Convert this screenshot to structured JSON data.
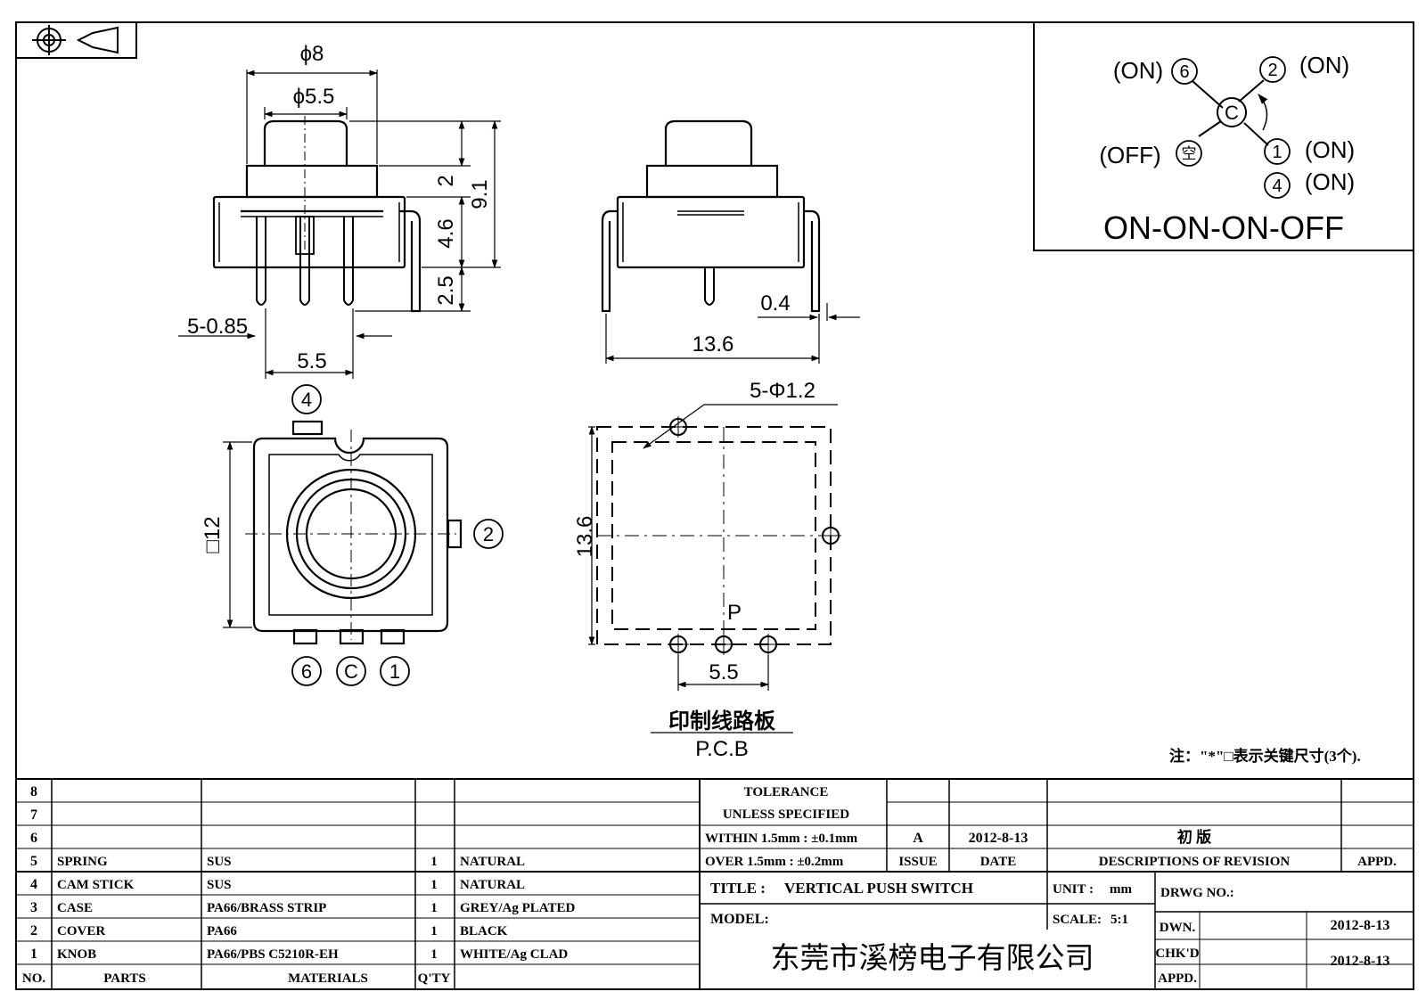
{
  "symbols": {
    "projection": "first-angle-projection-icon"
  },
  "front_view": {
    "dia_cap": "ϕ8",
    "dia_knob": "ϕ5.5",
    "h_knob": "2",
    "h_body": "4.6",
    "h_pin": "2.5",
    "h_total": "9.1",
    "pins": "5-0.85",
    "pitch": "5.5"
  },
  "side_view": {
    "width": "13.6",
    "lead": "0.4"
  },
  "top_view": {
    "square": "□12",
    "pin_4": "4",
    "pin_2": "2",
    "pin_6": "6",
    "pin_c": "C",
    "pin_1": "1"
  },
  "pcb": {
    "holes": "5-Φ1.2",
    "height": "13.6",
    "pitch": "5.5",
    "mark": "P",
    "label_cn": "印制线路板",
    "label_en": "P.C.B"
  },
  "schematic": {
    "t6": "(ON)",
    "c6": "6",
    "t2": "(ON)",
    "c2": "2",
    "cc": "C",
    "toff": "(OFF)",
    "coff": "空",
    "t1": "(ON)",
    "c1": "1",
    "t4": "(ON)",
    "c4": "4",
    "mode": "ON-ON-ON-OFF"
  },
  "note": "注：\"*\"□表示关键尺寸(3个).",
  "parts_header": {
    "no": "NO.",
    "parts": "PARTS",
    "materials": "MATERIALS",
    "qty": "Q'TY"
  },
  "parts": [
    {
      "no": "8",
      "part": "",
      "material": "",
      "qty": "",
      "finish": ""
    },
    {
      "no": "7",
      "part": "",
      "material": "",
      "qty": "",
      "finish": ""
    },
    {
      "no": "6",
      "part": "",
      "material": "",
      "qty": "",
      "finish": ""
    },
    {
      "no": "5",
      "part": "SPRING",
      "material": "SUS",
      "qty": "1",
      "finish": "NATURAL"
    },
    {
      "no": "4",
      "part": "CAM STICK",
      "material": "SUS",
      "qty": "1",
      "finish": "NATURAL"
    },
    {
      "no": "3",
      "part": "CASE",
      "material": "PA66/BRASS STRIP",
      "qty": "1",
      "finish": "GREY/Ag PLATED"
    },
    {
      "no": "2",
      "part": "COVER",
      "material": "PA66",
      "qty": "1",
      "finish": "BLACK"
    },
    {
      "no": "1",
      "part": "KNOB",
      "material": "PA66/PBS C5210R-EH",
      "qty": "1",
      "finish": "WHITE/Ag CLAD"
    }
  ],
  "tolerance": {
    "line1": "TOLERANCE",
    "line2": "UNLESS  SPECIFIED",
    "line3": "WITHIN 1.5mm : ±0.1mm",
    "line4": "OVER 1.5mm : ±0.2mm"
  },
  "revision": {
    "issue": "A",
    "date": "2012-8-13",
    "desc": "初  版",
    "h_issue": "ISSUE",
    "h_date": "DATE",
    "h_desc": "DESCRIPTIONS OF REVISION",
    "h_appd": "APPD."
  },
  "title_block": {
    "title_label": "TITLE :",
    "title": "VERTICAL PUSH SWITCH",
    "unit_label": "UNIT :",
    "unit": "mm",
    "drwg_label": "DRWG NO.:",
    "model_label": "MODEL:",
    "scale_label": "SCALE:",
    "scale": "5:1",
    "company": "东莞市溪榜电子有限公司",
    "dwn_label": "DWN.",
    "dwn_date": "2012-8-13",
    "chkd_label": "CHK'D",
    "chkd_date": "2012-8-13",
    "appd_label": "APPD."
  }
}
